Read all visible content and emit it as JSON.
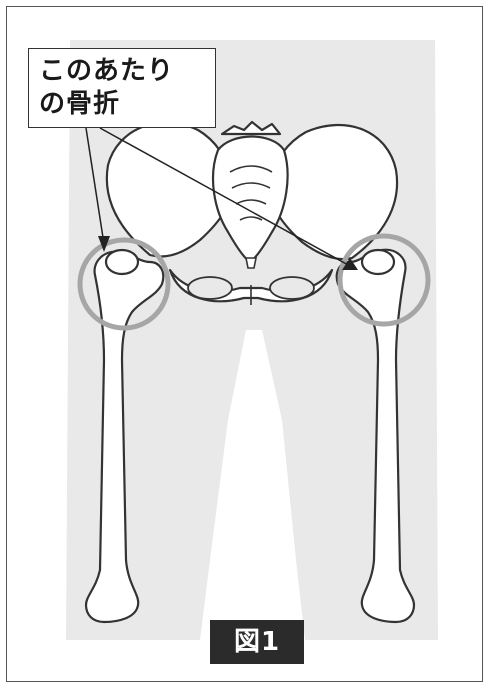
{
  "callout": {
    "line1": "このあたり",
    "line2": "の骨折"
  },
  "figure_label": "図1",
  "colors": {
    "silhouette": "#e9e9e9",
    "bone_fill": "#ffffff",
    "bone_stroke": "#333333",
    "highlight_ring": "#a6a6a6",
    "label_bg": "#2b2b2b"
  }
}
